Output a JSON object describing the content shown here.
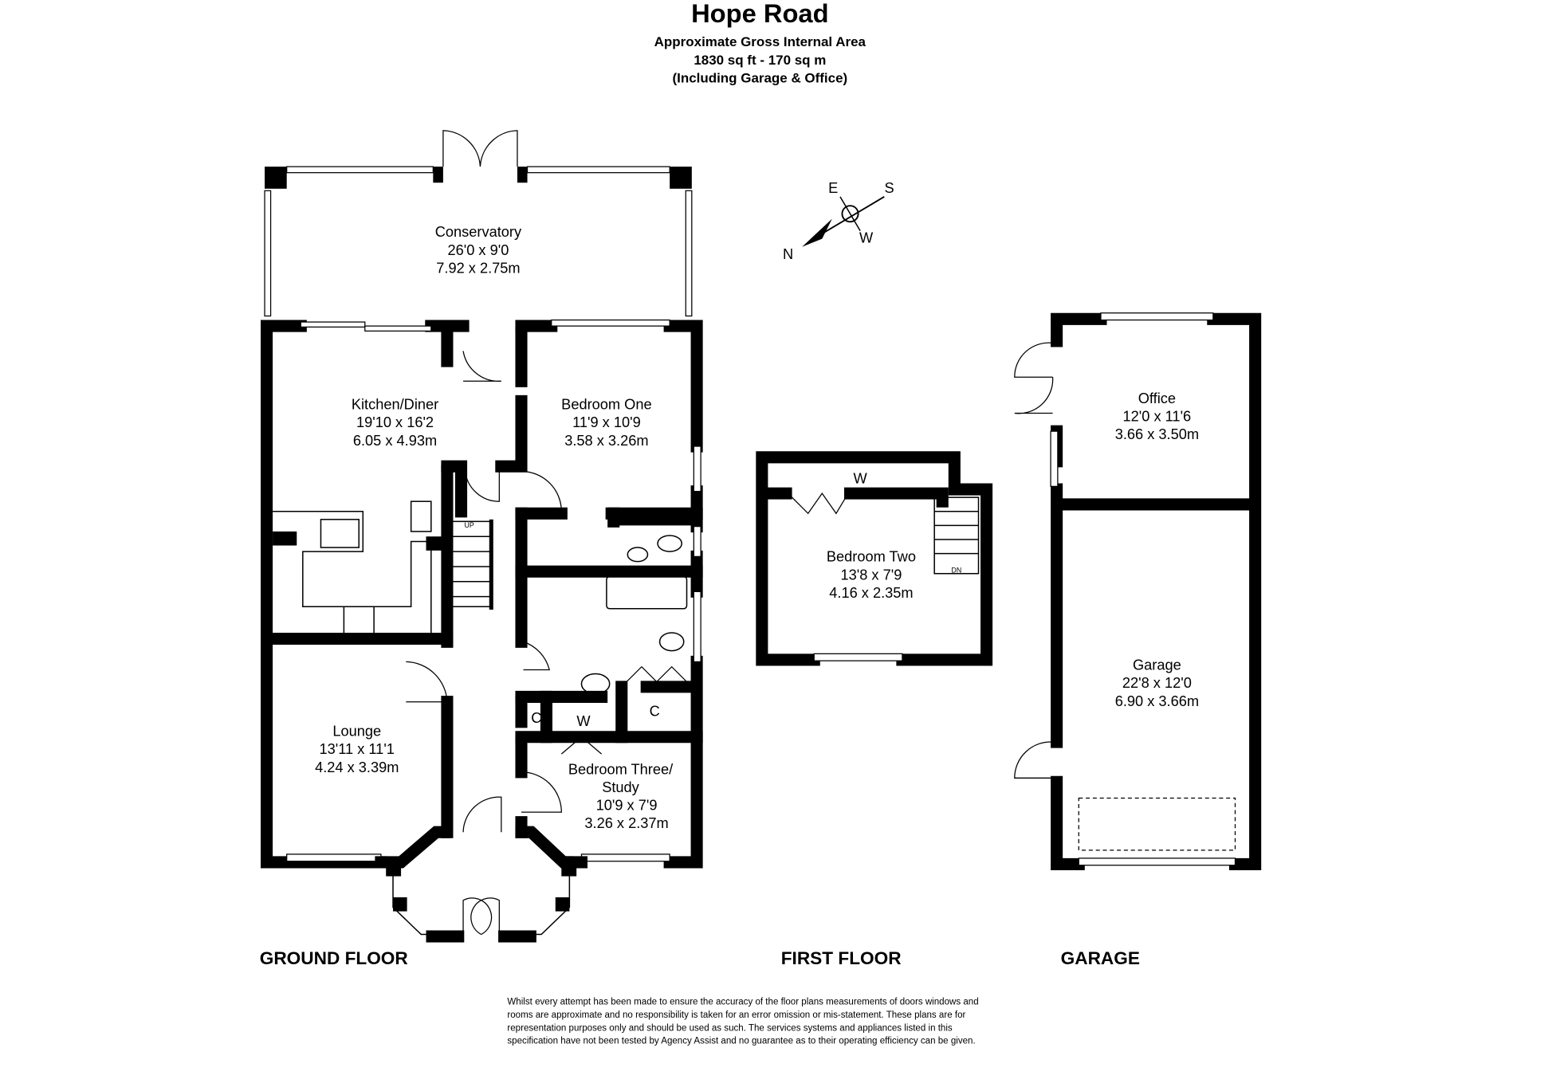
{
  "header": {
    "title": "Hope Road",
    "subtitle": "Approximate Gross Internal Area",
    "area": "1830 sq ft - 170 sq m",
    "note": "(Including Garage & Office)"
  },
  "compass": {
    "e": "E",
    "s": "S",
    "w": "W",
    "n": "N"
  },
  "rooms": {
    "conservatory": {
      "name": "Conservatory",
      "imperial": "26'0 x 9'0",
      "metric": "7.92 x 2.75m"
    },
    "kitchen": {
      "name": "Kitchen/Diner",
      "imperial": "19'10 x 16'2",
      "metric": "6.05 x 4.93m"
    },
    "bedroom_one": {
      "name": "Bedroom One",
      "imperial": "11'9 x 10'9",
      "metric": "3.58 x 3.26m"
    },
    "lounge": {
      "name": "Lounge",
      "imperial": "13'11 x 11'1",
      "metric": "4.24 x 3.39m"
    },
    "bedroom_three": {
      "name": "Bedroom Three/",
      "name2": "Study",
      "imperial": "10'9 x 7'9",
      "metric": "3.26 x 2.37m"
    },
    "bedroom_two": {
      "name": "Bedroom Two",
      "imperial": "13'8 x 7'9",
      "metric": "4.16 x 2.35m"
    },
    "office": {
      "name": "Office",
      "imperial": "12'0 x 11'6",
      "metric": "3.66 x 3.50m"
    },
    "garage": {
      "name": "Garage",
      "imperial": "22'8 x 12'0",
      "metric": "6.90 x 3.66m"
    }
  },
  "small_labels": {
    "up": "UP",
    "dn": "DN",
    "c1": "C",
    "w1": "W",
    "c2": "C",
    "w2": "W"
  },
  "floors": {
    "ground": "GROUND FLOOR",
    "first": "FIRST FLOOR",
    "garage": "GARAGE"
  },
  "disclaimer": [
    "Whilst every attempt has been made to ensure the accuracy of the floor plans measurements of doors windows and",
    "rooms are approximate and no responsibility is taken for an error omission or mis-statement. These plans are for",
    "representation purposes only and should be used as such. The services systems and appliances listed in this",
    "specification have not been tested by Agency Assist and no guarantee as to their operating efficiency can be given."
  ]
}
